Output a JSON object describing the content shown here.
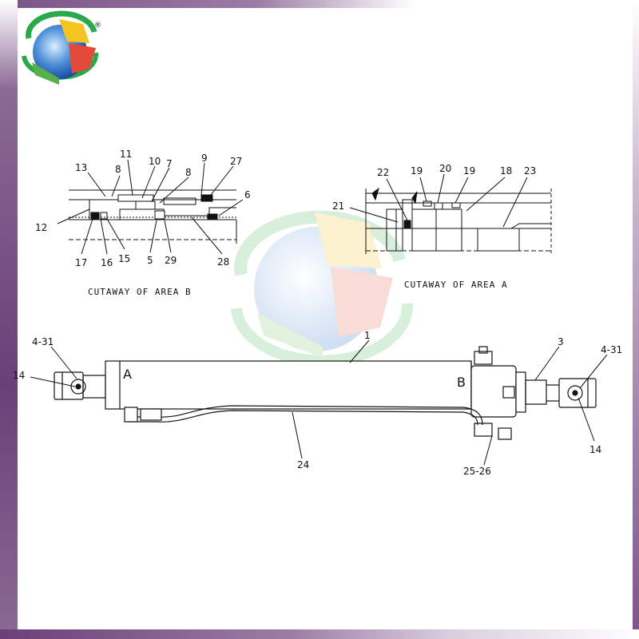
{
  "logo": {
    "registered_mark": "®"
  },
  "callouts": {
    "area_b": [
      "13",
      "8",
      "11",
      "10",
      "7",
      "8",
      "9",
      "27",
      "6",
      "12",
      "17",
      "16",
      "15",
      "5",
      "29",
      "28"
    ],
    "area_a": [
      "22",
      "19",
      "20",
      "19",
      "18",
      "23",
      "21"
    ],
    "main": [
      "4-31",
      "14",
      "1",
      "3",
      "4-31",
      "14",
      "24",
      "25-26"
    ]
  },
  "captions": {
    "area_b": "CUTAWAY OF AREA B",
    "area_a": "CUTAWAY OF AREA A"
  },
  "area_markers": {
    "a": "A",
    "b": "B"
  },
  "colors": {
    "frame": "#6b3f78",
    "line": "#111111"
  }
}
